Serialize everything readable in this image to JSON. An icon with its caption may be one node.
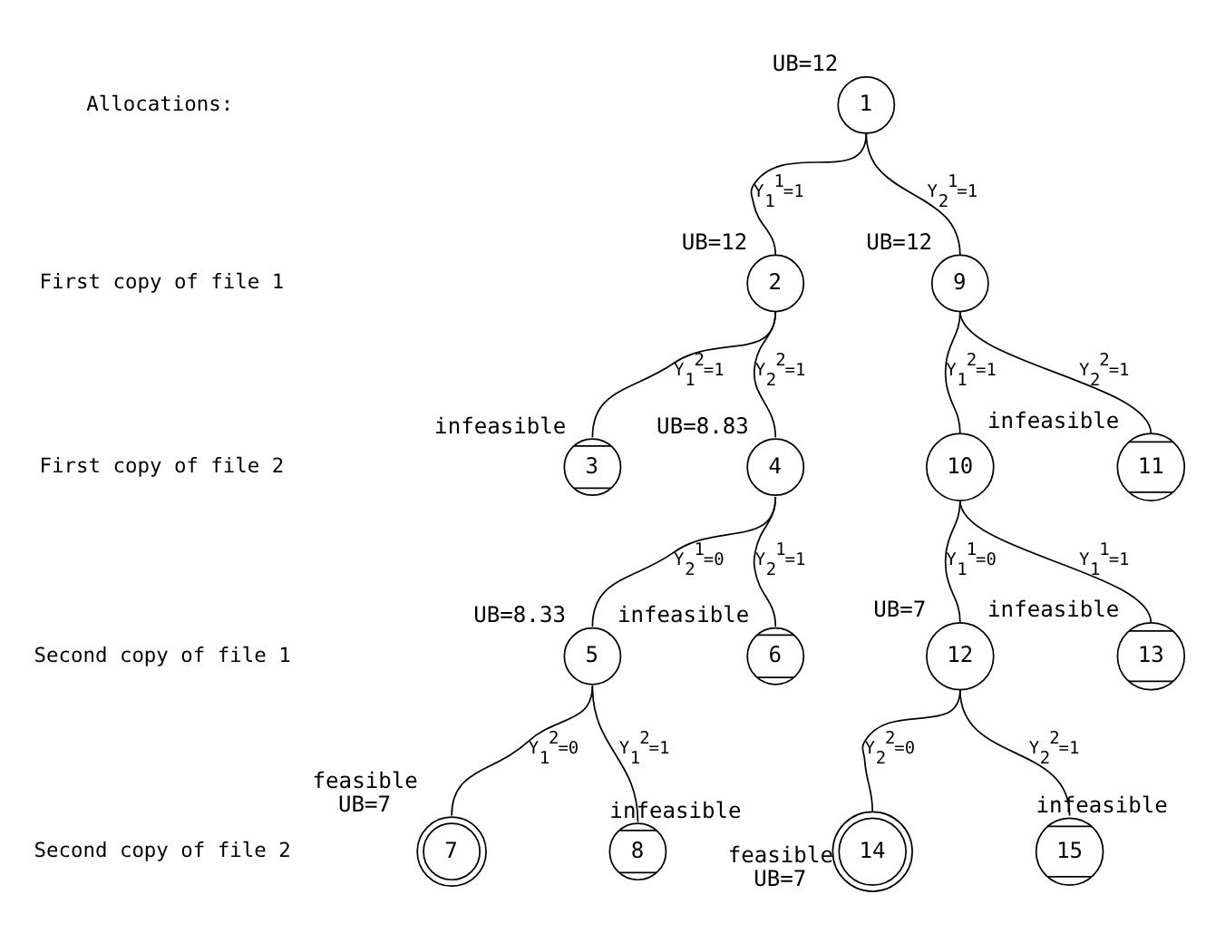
{
  "diagram": {
    "nodes": [
      {
        "text": [
          "1"
        ],
        "beside": [
          "UB=12"
        ]
      },
      {
        "text": [
          "2"
        ],
        "beside": [
          "UB=12"
        ]
      },
      {
        "text": [
          "3"
        ],
        "beside": [
          "infeasible"
        ]
      },
      {
        "text": [
          "4"
        ],
        "beside": [
          "UB=8.83"
        ]
      },
      {
        "text": [
          "5"
        ],
        "beside": [
          "UB=8.33"
        ]
      },
      {
        "text": [
          "6"
        ],
        "beside": [
          "infeasible"
        ]
      },
      {
        "text": [
          "7"
        ],
        "beside": [
          "feasible",
          "UB=7"
        ]
      },
      {
        "text": [
          "8"
        ],
        "beside": [
          "infeasible"
        ]
      },
      {
        "text": [
          "9"
        ],
        "beside": [
          "UB=12"
        ]
      },
      {
        "text": [
          "10"
        ]
      },
      {
        "text": [
          "11"
        ],
        "beside": [
          "infeasible"
        ]
      },
      {
        "text": [
          "12"
        ],
        "beside": [
          "UB=7"
        ]
      },
      {
        "text": [
          "13"
        ],
        "beside": [
          "infeasible"
        ]
      },
      {
        "text": [
          "14"
        ],
        "beside": [
          "feasible",
          "UB=7"
        ]
      },
      {
        "text": [
          "15"
        ],
        "beside": [
          "infeasible"
        ]
      }
    ],
    "edges": [
      {
        "from": 0,
        "to": 1,
        "arrow": "none",
        "label": "Y$_{1}$$^{1}$=1"
      },
      {
        "from": 0,
        "to": 8,
        "arrow": "none",
        "label": "Y$_{2}$$^{1}$=1"
      },
      {
        "from": 1,
        "to": 2,
        "arrow": "none",
        "label": "Y$_{1}$$^{2}$=1"
      },
      {
        "from": 1,
        "to": 3,
        "arrow": "none",
        "label": "Y$_{2}$$^{2}$=1"
      },
      {
        "from": 3,
        "to": 4,
        "arrow": "none",
        "label": "Y$_{2}$$^{1}$=0"
      },
      {
        "from": 3,
        "to": 5,
        "arrow": "none",
        "label": "Y$_{2}$$^{1}$=1"
      },
      {
        "from": 4,
        "to": 6,
        "arrow": "none",
        "label": "Y$_{1}$$^{2}$=0"
      },
      {
        "from": 4,
        "to": 7,
        "arrow": "none",
        "label": "Y$_{1}$$^{2}$=1"
      },
      {
        "from": 8,
        "to": 9,
        "arrow": "none",
        "label": "Y$_{1}$$^{2}$=1"
      },
      {
        "from": 8,
        "to": 10,
        "arrow": "none",
        "label": "Y$_{2}$$^{2}$=1"
      },
      {
        "from": 9,
        "to": 11,
        "arrow": "none",
        "label": "Y$_{1}$$^{1}$=0"
      },
      {
        "from": 9,
        "to": 12,
        "arrow": "none",
        "label": "Y$_{1}$$^{1}$=1"
      },
      {
        "from": 11,
        "to": 13,
        "arrow": "none",
        "label": "Y$_{2}$$^{2}$=0"
      },
      {
        "from": 11,
        "to": 14,
        "arrow": "none",
        "label": "Y$_{2}$$^{2}$=1"
      }
    ],
    "labels": [
      "Allocations:",
      "First copy of file 1",
      "First copy of file 2",
      "Second copy of file 1",
      "Second copy of file 2"
    ]
  }
}
